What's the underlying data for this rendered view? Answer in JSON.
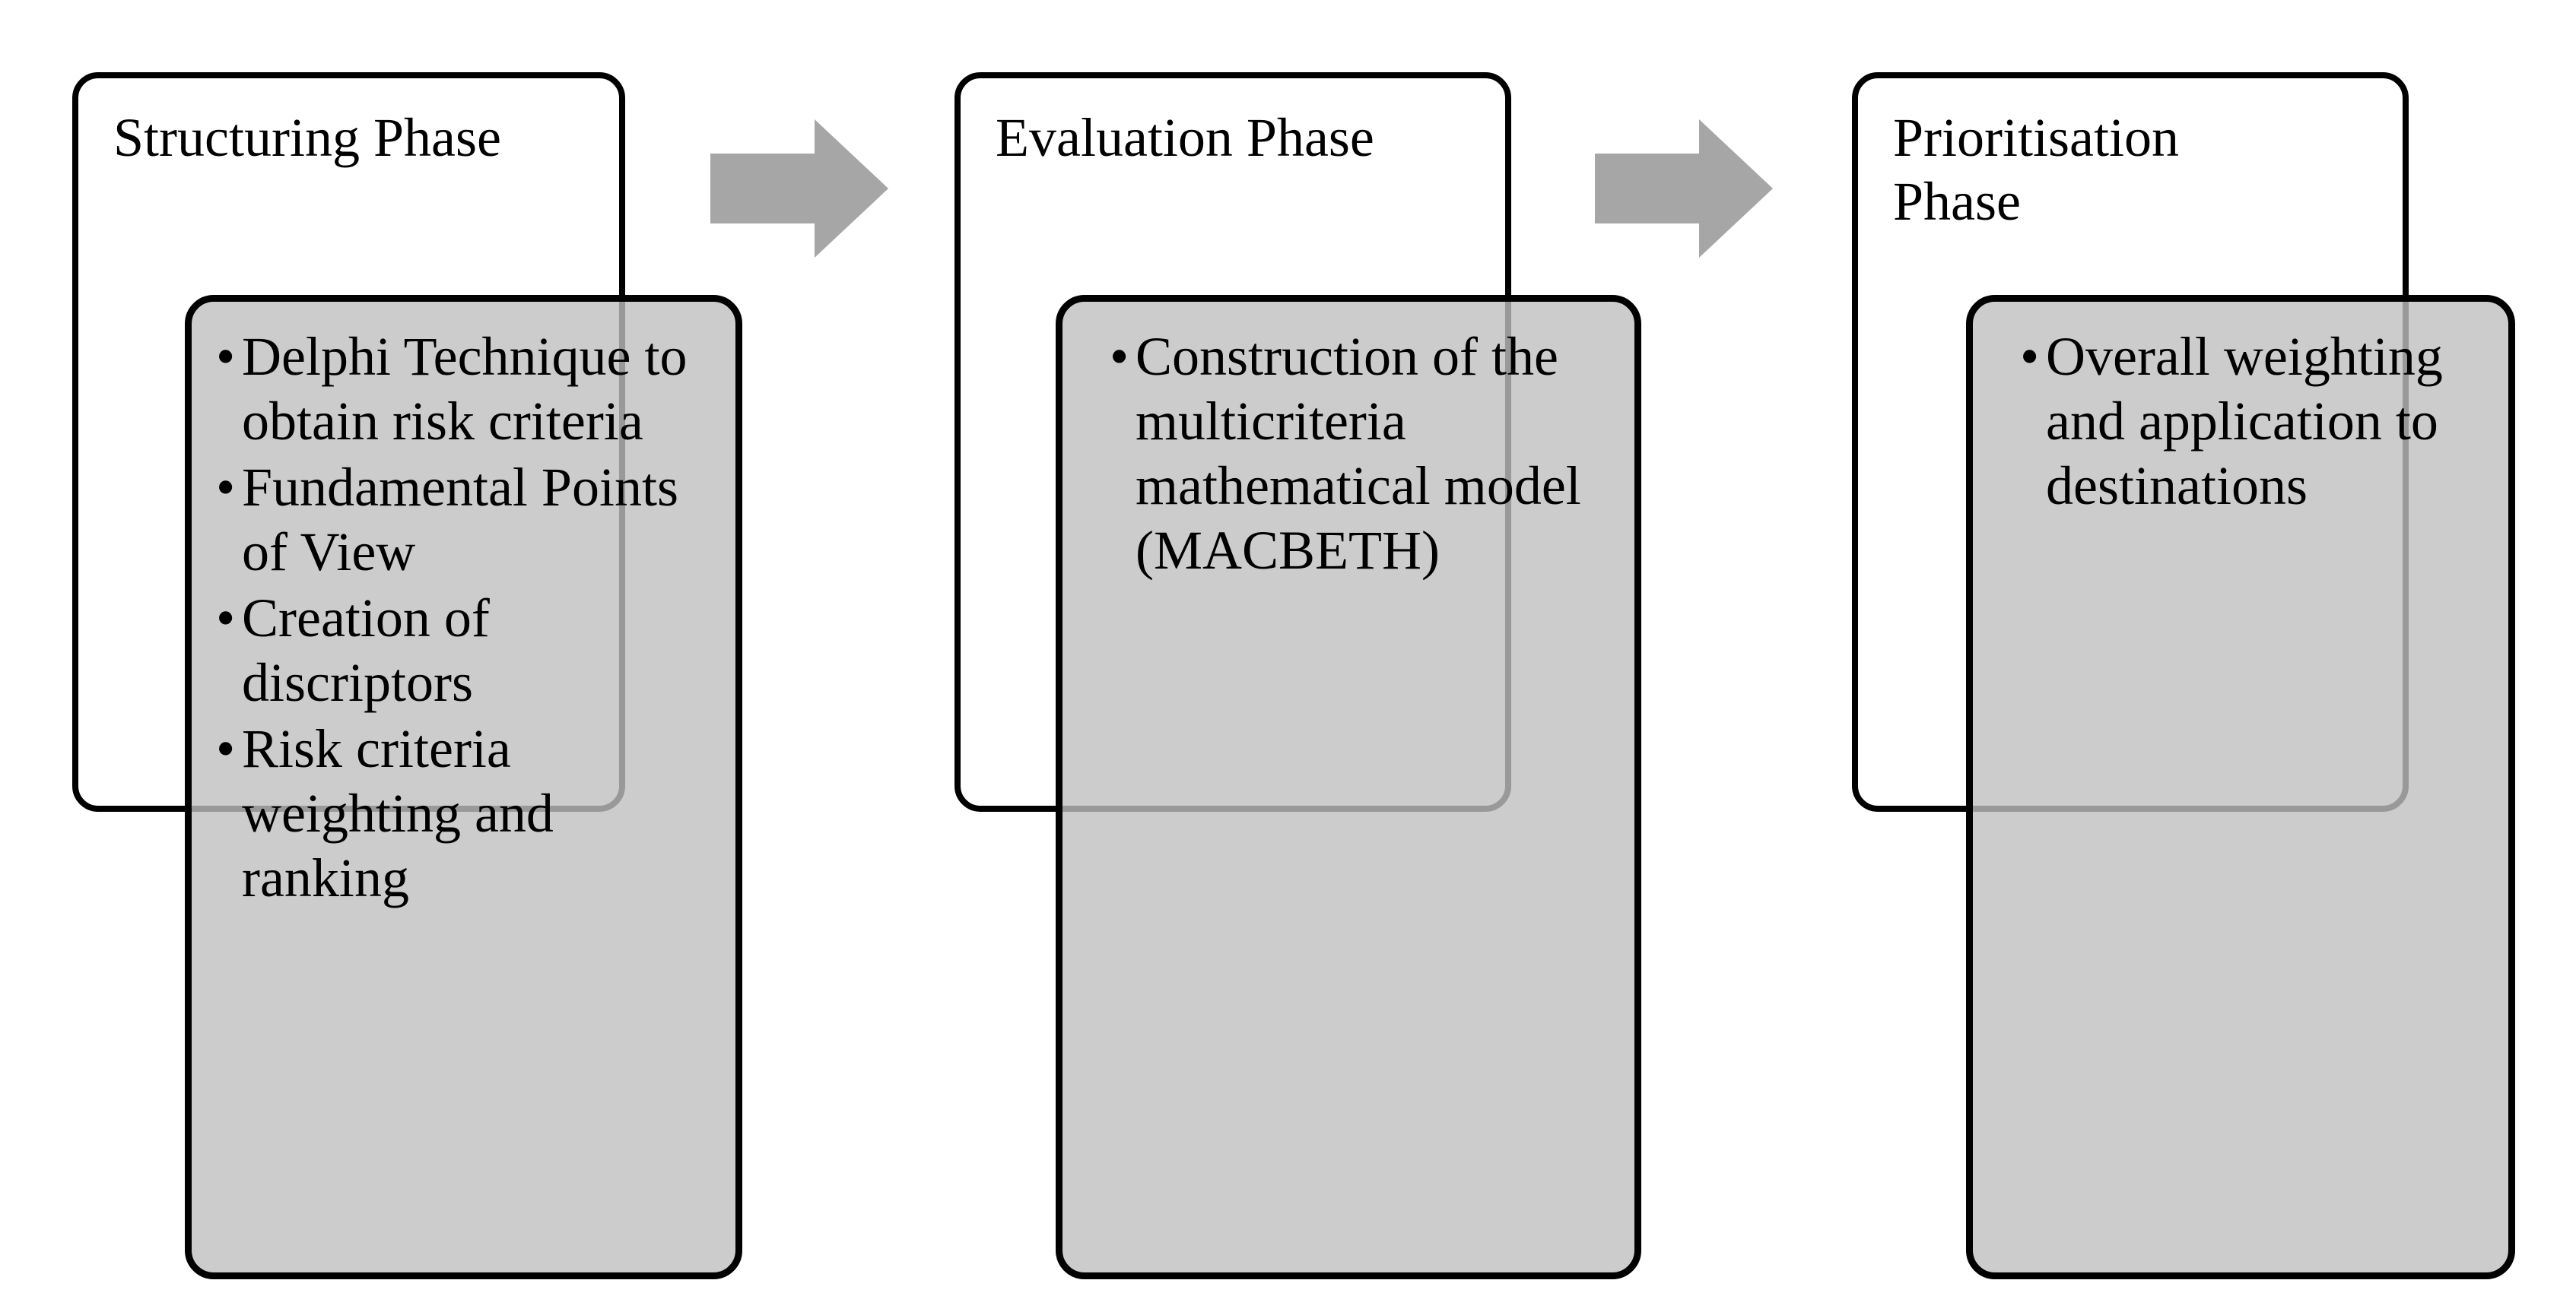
{
  "diagram": {
    "title": "Three-phase multicriteria risk assessment process",
    "colors": {
      "box_border": "#000000",
      "inner_box_fill": "#CCCCCC",
      "outer_box_fill": "#FFFFFF",
      "arrow_fill": "#A6A6A6",
      "text": "#000000"
    },
    "bullet_glyph": "•",
    "phases": [
      {
        "id": "structuring",
        "title": "Structuring Phase",
        "items": [
          "Delphi Technique to obtain risk criteria",
          "Fundamental Points of View",
          "Creation of discriptors",
          "Risk criteria weighting and ranking"
        ]
      },
      {
        "id": "evaluation",
        "title": "Evaluation Phase",
        "items": [
          "Construction of the multicriteria mathematical model (MACBETH)"
        ]
      },
      {
        "id": "prioritisation",
        "title": "Prioritisation Phase",
        "items": [
          "Overall weighting and application to destinations"
        ]
      }
    ],
    "arrows": [
      {
        "id": "arrow-structuring-to-evaluation",
        "label": ""
      },
      {
        "id": "arrow-evaluation-to-prioritisation",
        "label": ""
      }
    ]
  }
}
